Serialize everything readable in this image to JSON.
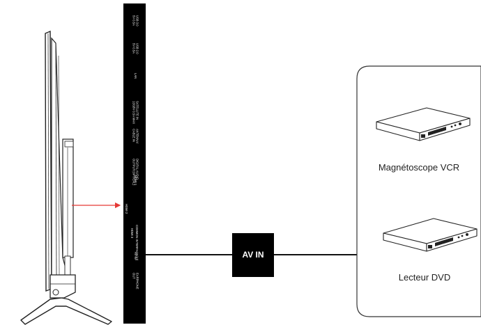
{
  "panel_ports": [
    {
      "id": "usb1",
      "lines": [
        "USB 3.0",
        "5V 0.5A"
      ]
    },
    {
      "id": "usb2",
      "lines": [
        "USB 2.0",
        "5V 0.5A"
      ]
    },
    {
      "id": "lan",
      "lines": [
        "LAN"
      ]
    },
    {
      "id": "satellite",
      "lines": [
        "SATELLITE IN",
        "13/18V 0.5A MAX"
      ]
    },
    {
      "id": "antenna",
      "lines": [
        "ANTENNA/",
        "CABLE IN"
      ]
    },
    {
      "id": "digital-audio",
      "lines": [
        "DIGITAL AUDIO",
        "OUTPUT(OPTICAL)"
      ]
    },
    {
      "id": "hdmi1",
      "lines": [
        "HDMI 1"
      ]
    },
    {
      "id": "hdmi2",
      "lines": [
        "HDMI 2"
      ]
    },
    {
      "id": "common-interface",
      "lines": [
        "COMMON INTERFACE(CI)"
      ]
    },
    {
      "id": "hdmi3",
      "lines": [
        "HDMI 3"
      ]
    },
    {
      "id": "av-in-port",
      "lines": [
        "AV IN"
      ]
    },
    {
      "id": "earphone",
      "lines": [
        "EARPHONE",
        "OUT"
      ]
    }
  ],
  "connector_label": "AV IN",
  "devices": [
    {
      "id": "vcr",
      "label": "Magnétoscope VCR",
      "icon": "vcr-icon"
    },
    {
      "id": "dvd",
      "label": "Lecteur  DVD",
      "icon": "dvd-player-icon"
    }
  ],
  "colors": {
    "arrow": "#e53935",
    "panel": "#000000",
    "line": "#111111"
  }
}
